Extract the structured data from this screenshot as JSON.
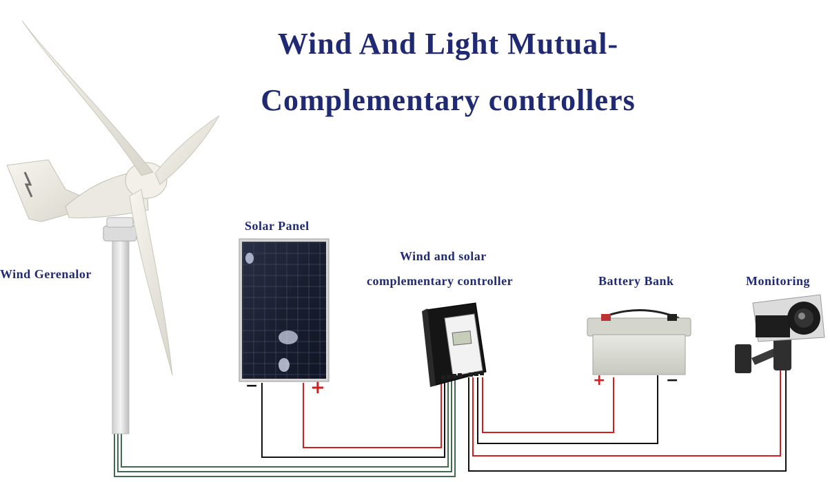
{
  "title": {
    "line1": "Wind And Light Mutual-",
    "line2": "Complementary controllers"
  },
  "labels": {
    "wind_generator": "Wind Gerenalor",
    "solar_panel": "Solar Panel",
    "controller_line1": "Wind and solar",
    "controller_line2": "complementary controller",
    "battery_bank": "Battery Bank",
    "monitoring": "Monitoring"
  },
  "polarity": {
    "solar_negative": "−",
    "solar_positive": "+",
    "battery_positive": "+",
    "battery_negative": "−"
  },
  "colors": {
    "title": "#1f2a72",
    "positive_wire": "#d11f1f",
    "negative_wire": "#111111",
    "wind_wire": "#3f6a4f"
  }
}
